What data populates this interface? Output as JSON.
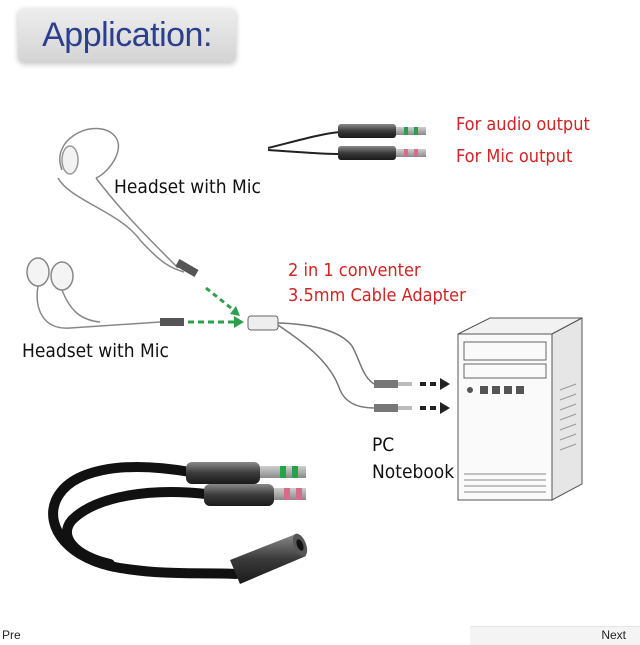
{
  "title": "Application:",
  "labels": {
    "audio_output": "For audio output",
    "mic_output": "For Mic output",
    "headset_top": "Headset with Mic",
    "headset_left": "Headset with Mic",
    "converter_line1": "2 in 1 conventer",
    "converter_line2": "3.5mm Cable Adapter",
    "pc": "PC",
    "notebook": "Notebook"
  },
  "nav": {
    "prev": "Pre",
    "next": "Next"
  },
  "colors": {
    "title_text": "#2b3f8e",
    "label_red": "#d22424",
    "plug_green": "#2aa04a",
    "plug_pink": "#d86a8a"
  }
}
